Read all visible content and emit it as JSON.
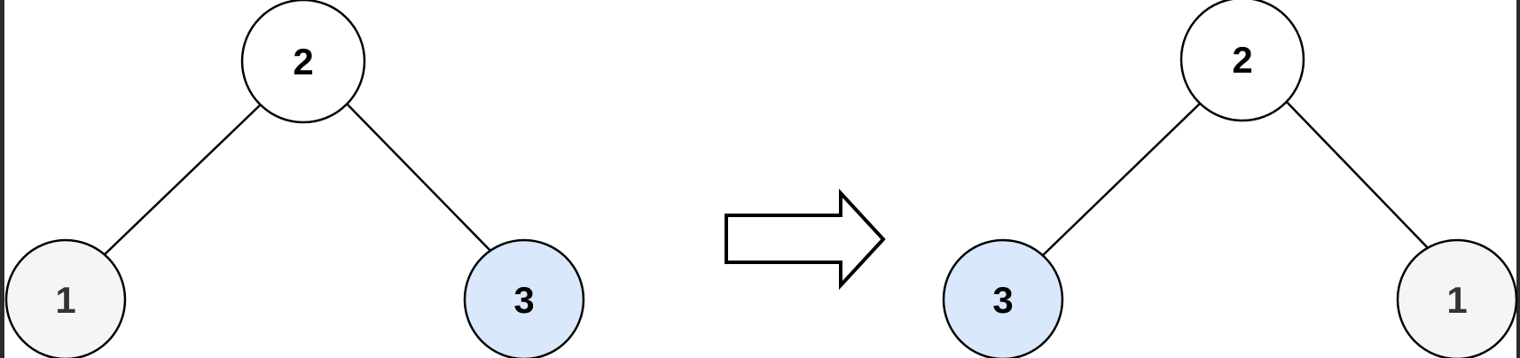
{
  "trees": {
    "before": {
      "root": {
        "label": "2",
        "fill": "#ffffff"
      },
      "left": {
        "label": "1",
        "fill": "#f5f5f5"
      },
      "right": {
        "label": "3",
        "fill": "#dae8fc"
      }
    },
    "after": {
      "root": {
        "label": "2",
        "fill": "#ffffff"
      },
      "left": {
        "label": "3",
        "fill": "#dae8fc"
      },
      "right": {
        "label": "1",
        "fill": "#f5f5f5"
      }
    }
  },
  "colors": {
    "stroke": "#000000",
    "text": "#000000",
    "gray_text": "#333333",
    "edge_bar": "#2b2b2b"
  },
  "arrow": {
    "direction": "right",
    "icon": "hollow-right-arrow-icon"
  }
}
